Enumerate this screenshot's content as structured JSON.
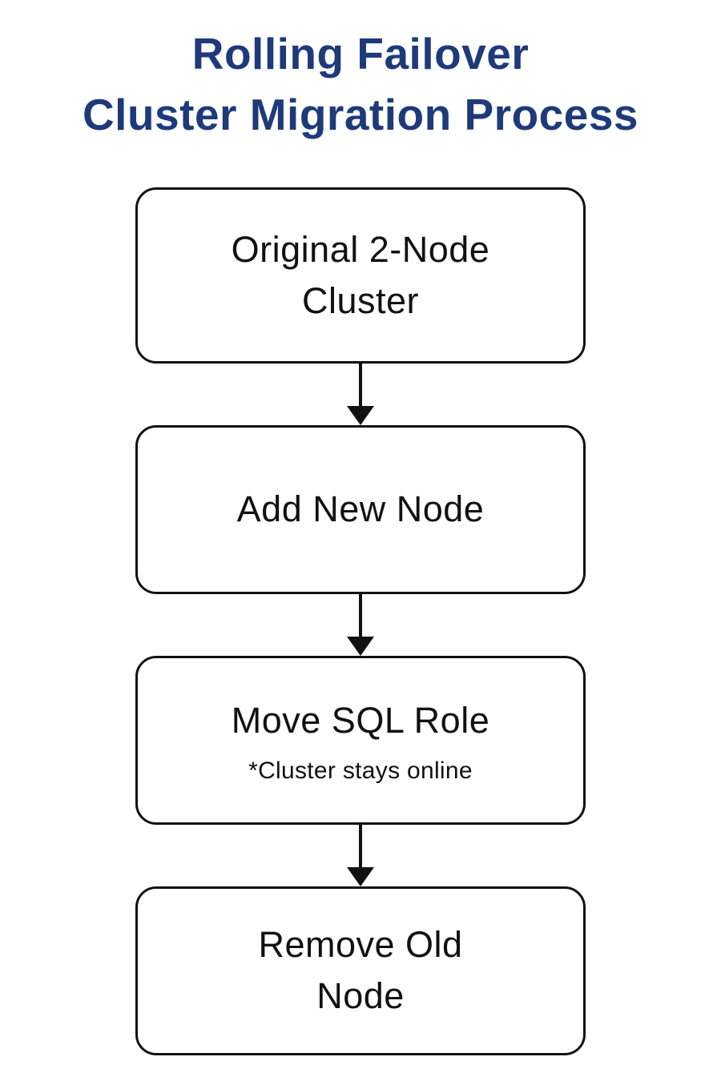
{
  "title": {
    "text": "Rolling Failover\nCluster Migration Process"
  },
  "colors": {
    "title": "#1e3a7a",
    "box_border": "#111111",
    "box_fill": "#ffffff",
    "text": "#111111",
    "background": "#ffffff"
  },
  "diagram": {
    "type": "flowchart",
    "direction": "top-down",
    "steps": [
      {
        "label": "Original 2-Node\nCluster",
        "note": ""
      },
      {
        "label": "Add New Node",
        "note": ""
      },
      {
        "label": "Move SQL Role",
        "note": "*Cluster stays online"
      },
      {
        "label": "Remove Old\nNode",
        "note": ""
      }
    ],
    "connectors": [
      {
        "from": 0,
        "to": 1,
        "style": "arrow-down"
      },
      {
        "from": 1,
        "to": 2,
        "style": "arrow-down"
      },
      {
        "from": 2,
        "to": 3,
        "style": "arrow-down"
      }
    ]
  }
}
